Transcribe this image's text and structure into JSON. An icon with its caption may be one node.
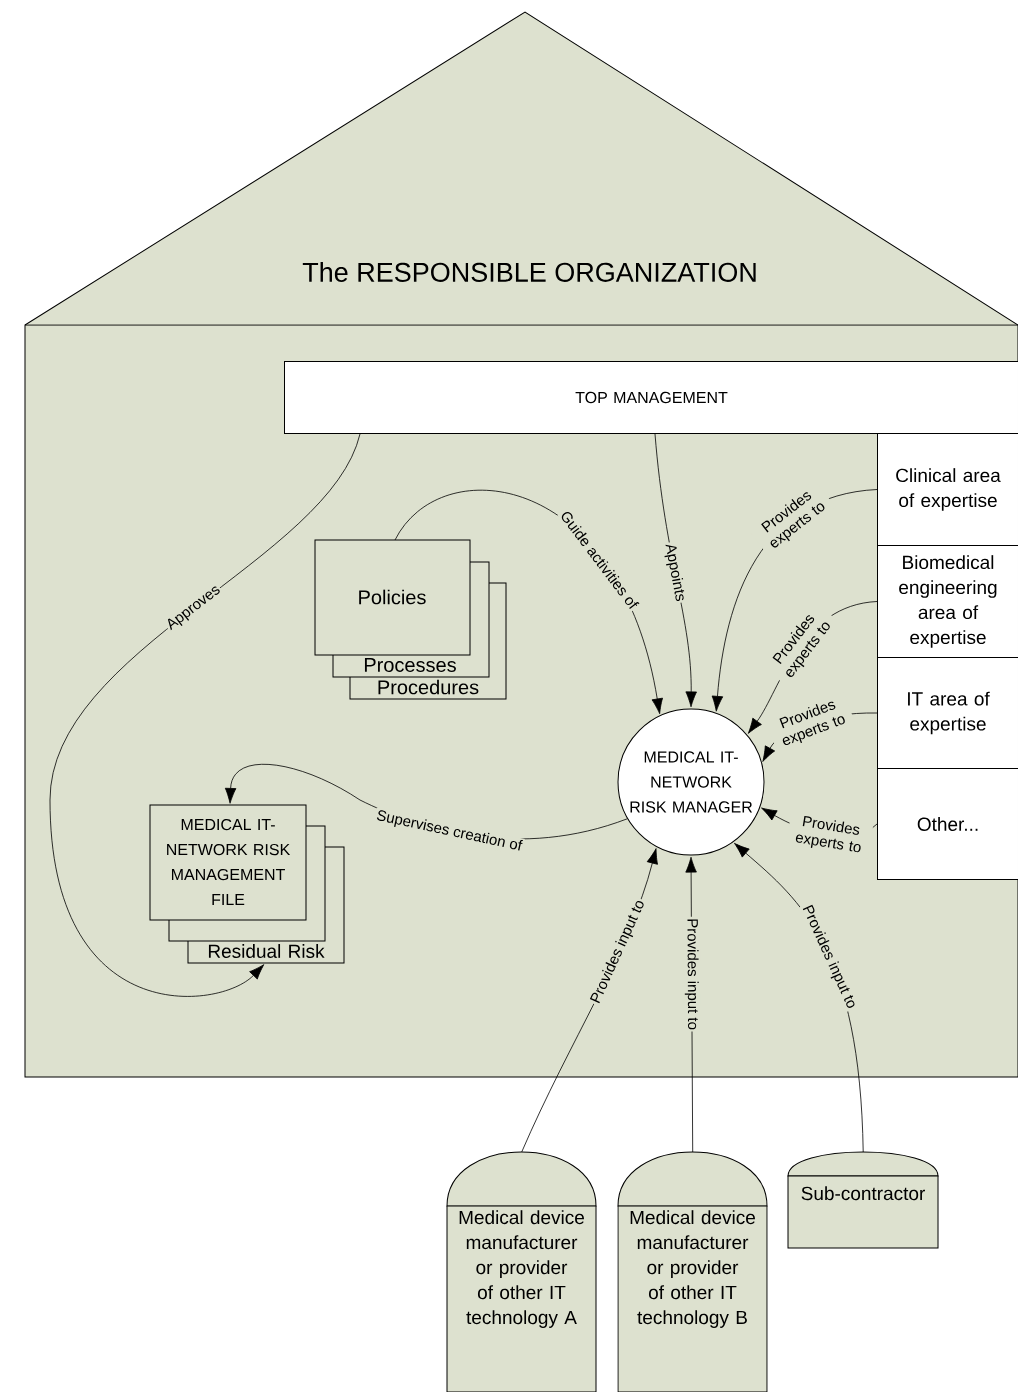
{
  "diagram": {
    "nodes": [
      {
        "text": [
          "The RESPONSIBLE ORGANIZATION"
        ]
      },
      {
        "text": [
          "TOP MANAGEMENT"
        ],
        "in": 0
      },
      {
        "text": [
          "Clinical area of expertise"
        ],
        "in": 0
      },
      {
        "text": [
          "Biomedical engineering area of expertise"
        ],
        "in": 0
      },
      {
        "text": [
          "IT area of expertise"
        ],
        "in": 0
      },
      {
        "text": [
          "Other..."
        ],
        "in": 0
      },
      {
        "text": [
          "Policies",
          "Processes",
          "Procedures"
        ],
        "in": 0
      },
      {
        "text": [
          "MEDICAL IT-NETWORK RISK MANAGER"
        ],
        "in": 0
      },
      {
        "text": [
          "MEDICAL IT-NETWORK RISK MANAGEMENT FILE",
          "Residual Risk"
        ],
        "in": 0
      },
      {
        "text": [
          "Medical device manufacturer or provider of other IT technology A"
        ]
      },
      {
        "text": [
          "Medical device manufacturer or provider of other IT technology B"
        ]
      },
      {
        "text": [
          "Sub-contractor"
        ]
      }
    ],
    "edges": [
      {
        "from": 1,
        "to": 8,
        "arrow": "to",
        "label": "Approves"
      },
      {
        "from": 1,
        "to": 7,
        "arrow": "to",
        "label": "Appoints"
      },
      {
        "from": 6,
        "to": 7,
        "arrow": "to",
        "label": "Guide activities of"
      },
      {
        "from": 2,
        "to": 7,
        "arrow": "to",
        "label": "Provides experts to"
      },
      {
        "from": 3,
        "to": 7,
        "arrow": "to",
        "label": "Provides experts to"
      },
      {
        "from": 4,
        "to": 7,
        "arrow": "to",
        "label": "Provides experts to"
      },
      {
        "from": 5,
        "to": 7,
        "arrow": "to",
        "label": "Provides experts to"
      },
      {
        "from": 7,
        "to": 8,
        "arrow": "to",
        "label": "Supervises creation of"
      },
      {
        "from": 9,
        "to": 7,
        "arrow": "to",
        "label": "Provides input to"
      },
      {
        "from": 10,
        "to": 7,
        "arrow": "to",
        "label": "Provides input to"
      },
      {
        "from": 11,
        "to": 7,
        "arrow": "to",
        "label": "Provides input to"
      }
    ]
  }
}
